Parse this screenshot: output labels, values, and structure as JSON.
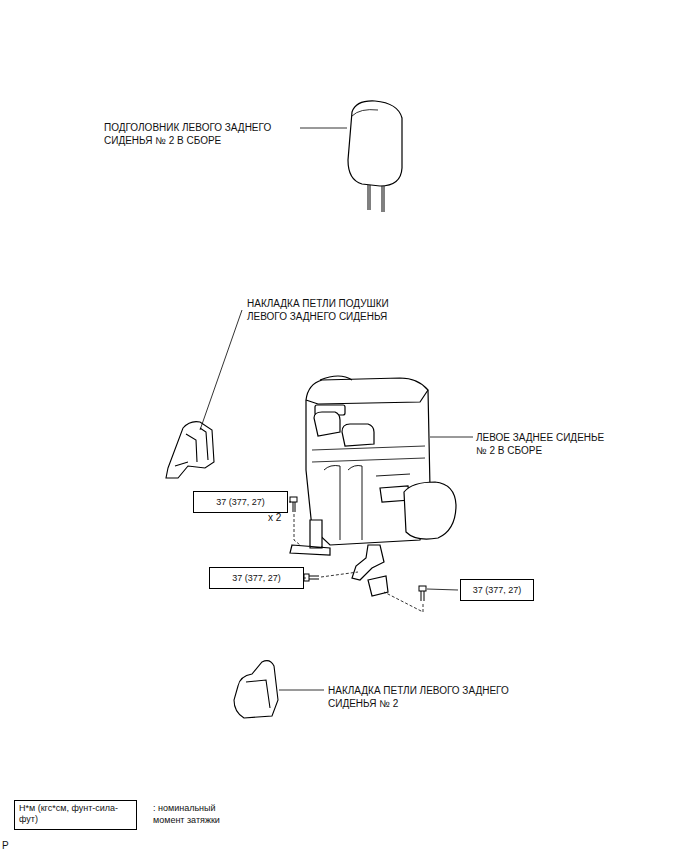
{
  "diagram": {
    "nodes": [
      {
        "text": [
          "37 (377, 27)"
        ]
      },
      {
        "text": [
          "37 (377, 27)"
        ]
      },
      {
        "text": [
          "37 (377, 27)"
        ]
      },
      {
        "text": [
          "Н*м (кгс*см, фунт-сила-фут)"
        ]
      }
    ],
    "labels": [
      "ПОДГОЛОВНИК ЛЕВОГО ЗАДНЕГО СИДЕНЬЯ № 2 В СБОРЕ",
      "НАКЛАДКА ПЕТЛИ ПОДУШКИ ЛЕВОГО ЗАДНЕГО СИДЕНЬЯ",
      "ЛЕВОЕ ЗАДНЕЕ СИДЕНЬЕ № 2 В СБОРЕ",
      "x 2",
      "НАКЛАДКА ПЕТЛИ ЛЕВОГО ЗАДНЕГО СИДЕНЬЯ № 2",
      ": номинальный момент затяжки",
      "P"
    ]
  }
}
